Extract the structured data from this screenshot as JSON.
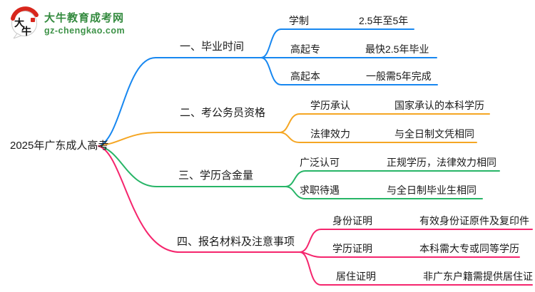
{
  "brand": {
    "site_name": "大牛教育成考网",
    "site_domain": "gz-chengkao.com",
    "logo_chars": [
      "大",
      "牛"
    ],
    "brand_green": "#338a3e",
    "logo_red": "#d8261c"
  },
  "root": {
    "label": "2025年广东成人高考"
  },
  "branches": [
    {
      "label": "一、毕业时间",
      "color": "#1787F0",
      "children": [
        {
          "label": "学制",
          "value": "2.5年至5年"
        },
        {
          "label": "高起专",
          "value": "最快2.5年毕业"
        },
        {
          "label": "高起本",
          "value": "一般需5年完成"
        }
      ]
    },
    {
      "label": "二、考公务员资格",
      "color": "#F5A623",
      "children": [
        {
          "label": "学历承认",
          "value": "国家承认的本科学历"
        },
        {
          "label": "法律效力",
          "value": "与全日制文凭相同"
        }
      ]
    },
    {
      "label": "三、学历含金量",
      "color": "#27B567",
      "children": [
        {
          "label": "广泛认可",
          "value": "正规学历，法律效力相同"
        },
        {
          "label": "求职待遇",
          "value": "与全日制毕业生相同"
        }
      ]
    },
    {
      "label": "四、报名材料及注意事项",
      "color": "#F5256D",
      "children": [
        {
          "label": "身份证明",
          "value": "有效身份证原件及复印件"
        },
        {
          "label": "学历证明",
          "value": "本科需大专或同等学历"
        },
        {
          "label": "居住证明",
          "value": "非广东户籍需提供居住证"
        }
      ]
    }
  ]
}
